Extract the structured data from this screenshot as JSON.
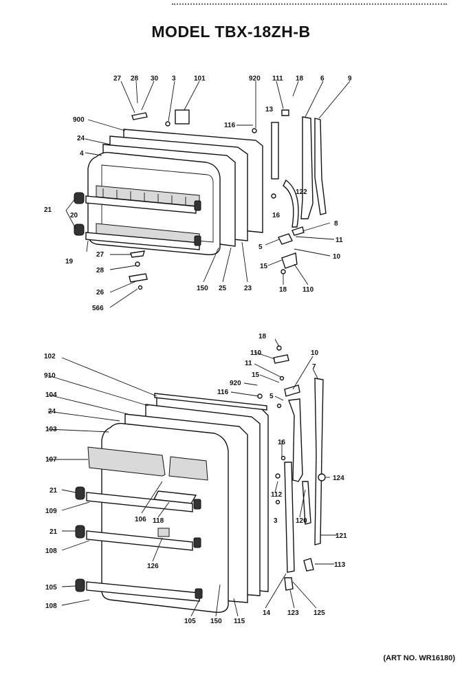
{
  "title": "MODEL TBX-18ZH-B",
  "art_number": "(ART NO. WR16180)",
  "top_assembly": {
    "labels": [
      "27",
      "28",
      "30",
      "3",
      "101",
      "920",
      "111",
      "18",
      "6",
      "9",
      "900",
      "116",
      "13",
      "24",
      "4",
      "122",
      "21",
      "20",
      "16",
      "8",
      "5",
      "11",
      "19",
      "27",
      "10",
      "28",
      "15",
      "26",
      "18",
      "110",
      "566",
      "150",
      "25",
      "23"
    ]
  },
  "bottom_assembly": {
    "labels": [
      "18",
      "110",
      "10",
      "102",
      "11",
      "7",
      "910",
      "15",
      "920",
      "116",
      "5",
      "104",
      "24",
      "103",
      "16",
      "124",
      "107",
      "21",
      "112",
      "109",
      "106",
      "118",
      "3",
      "120",
      "121",
      "21",
      "108",
      "126",
      "113",
      "105",
      "108",
      "14",
      "123",
      "125",
      "105",
      "150",
      "115"
    ]
  }
}
